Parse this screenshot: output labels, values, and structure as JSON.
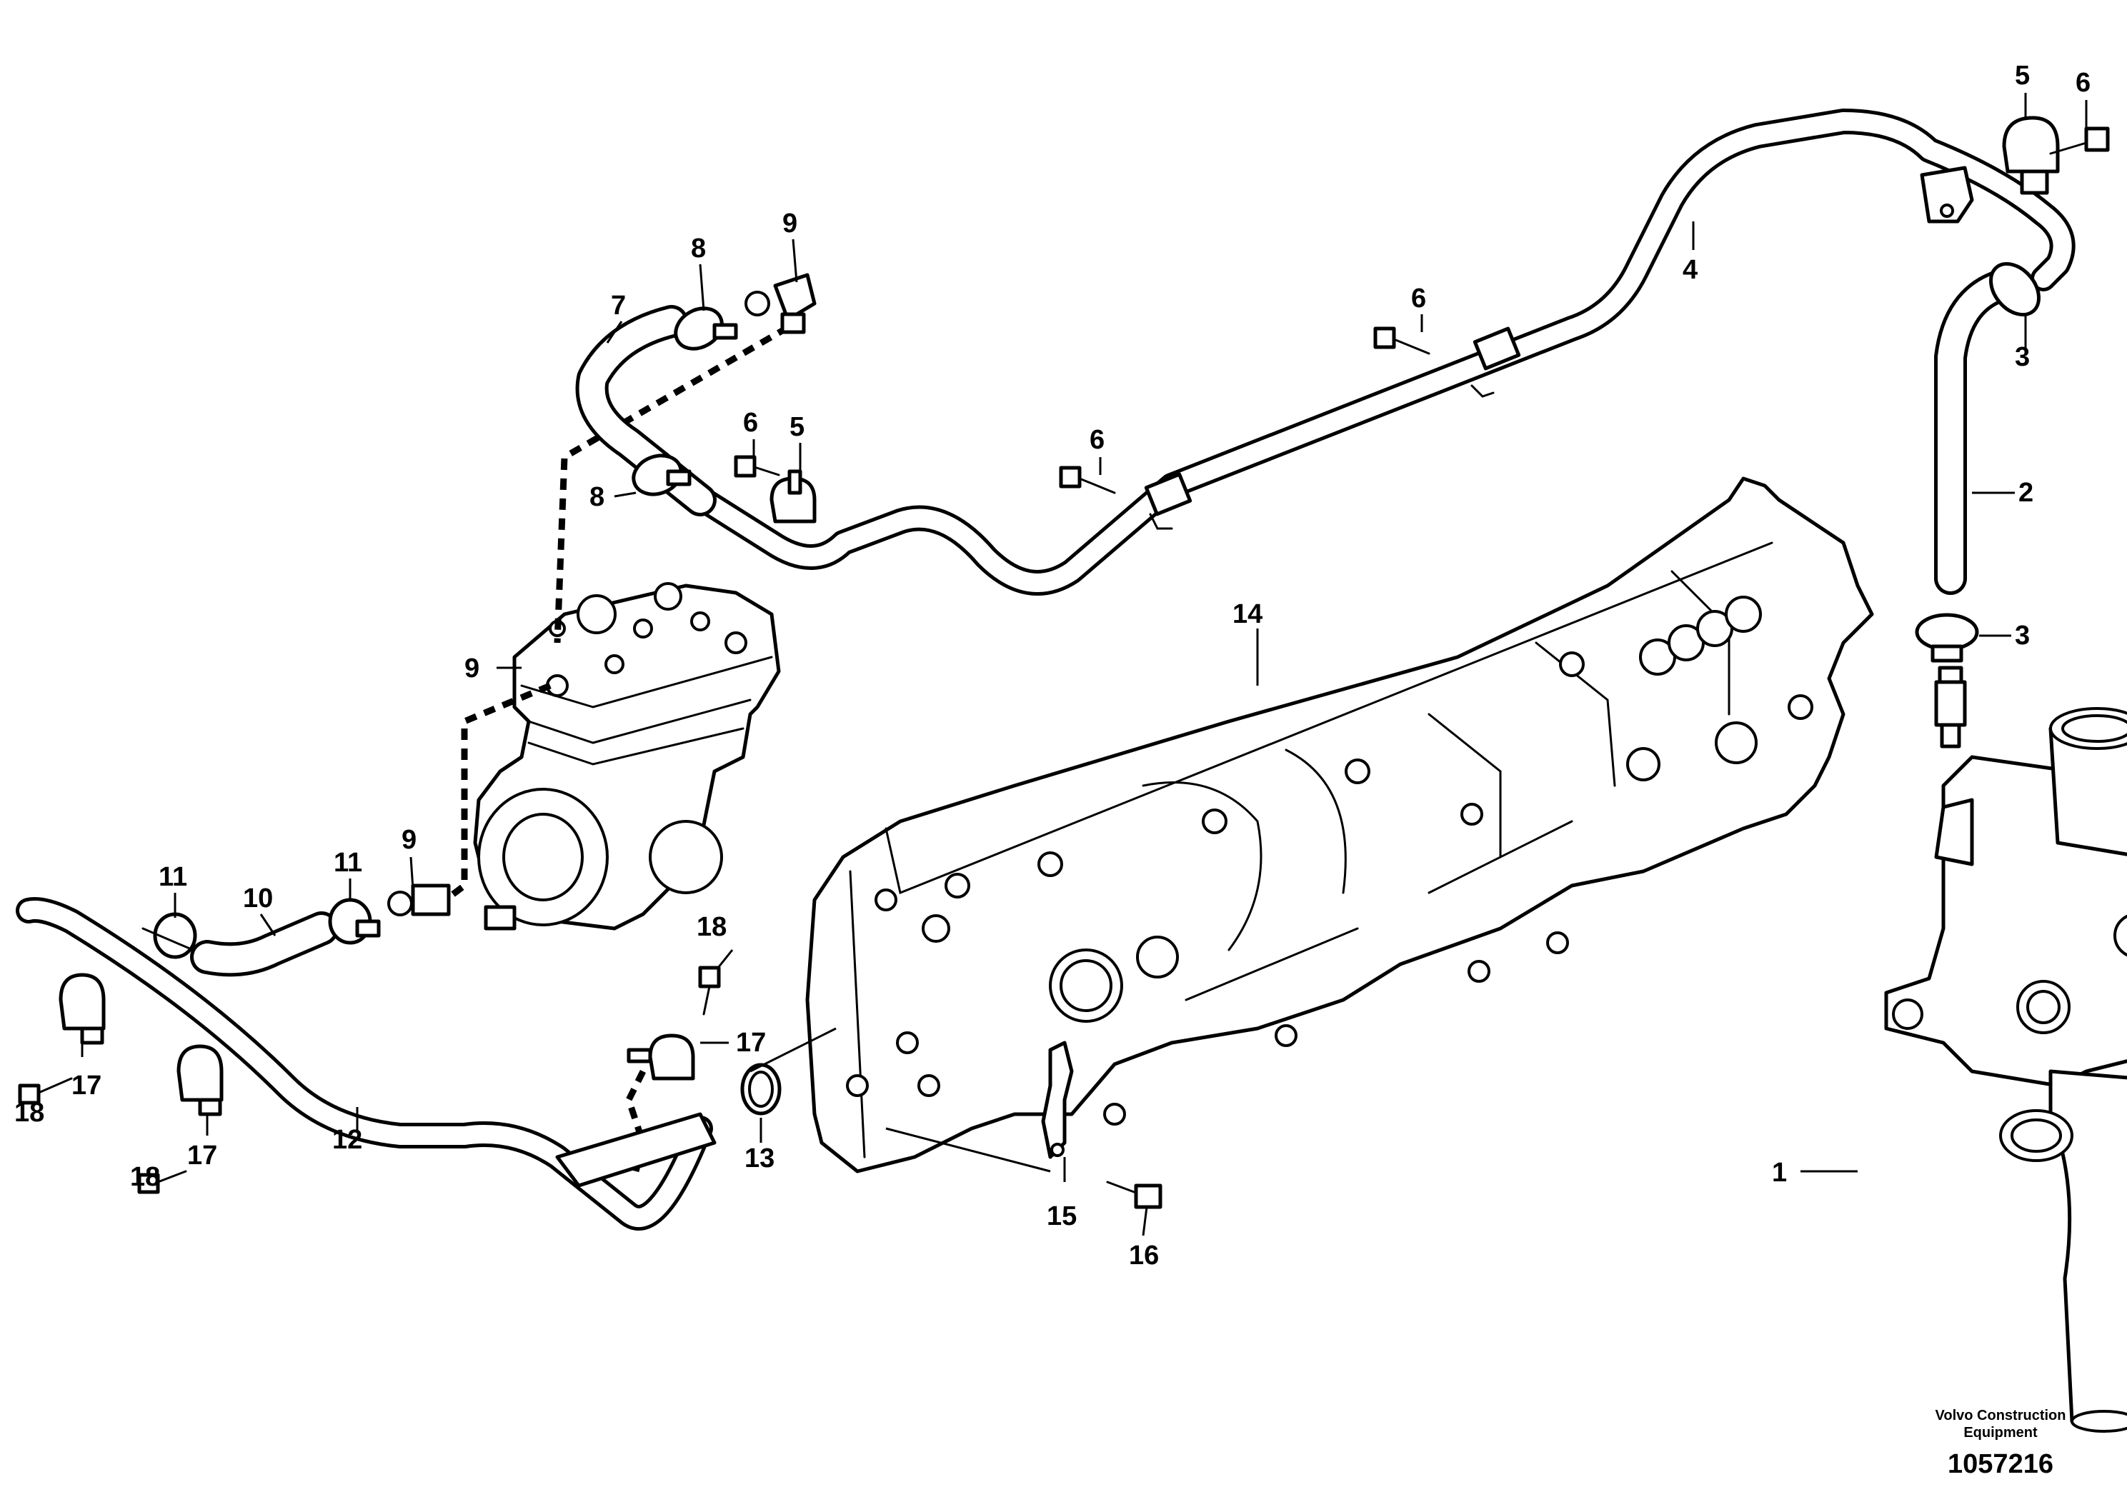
{
  "callouts": {
    "c1": "1",
    "c2": "2",
    "c3a": "3",
    "c3b": "3",
    "c4": "4",
    "c5a": "5",
    "c5b": "5",
    "c6a": "6",
    "c6b": "6",
    "c6c": "6",
    "c6d": "6",
    "c7": "7",
    "c8a": "8",
    "c8b": "8",
    "c9a": "9",
    "c9b": "9",
    "c9c": "9",
    "c10": "10",
    "c11a": "11",
    "c11b": "11",
    "c12": "12",
    "c13": "13",
    "c14": "14",
    "c15": "15",
    "c16": "16",
    "c17a": "17",
    "c17b": "17",
    "c17c": "17",
    "c18a": "18",
    "c18b": "18",
    "c18c": "18"
  },
  "footer": {
    "brand_line1": "Volvo Construction",
    "brand_line2": "Equipment",
    "drawing_number": "1057216"
  }
}
